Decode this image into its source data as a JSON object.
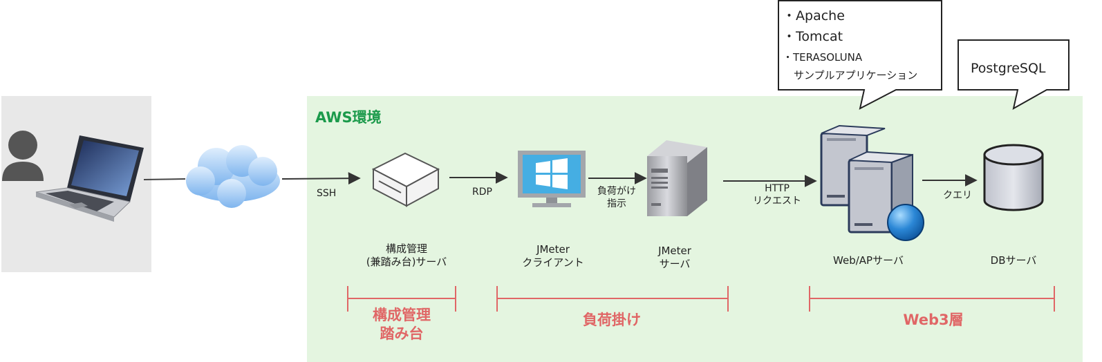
{
  "aws_label": "AWS環境",
  "edges": {
    "ssh": "SSH",
    "rdp": "RDP",
    "load_instruction": [
      "負荷がけ",
      "指示"
    ],
    "http_request": [
      "HTTP",
      "リクエスト"
    ],
    "query": "クエリ"
  },
  "nodes": {
    "bastion": [
      "構成管理",
      "(兼踏み台)サーバ"
    ],
    "jmeter_client": [
      "JMeter",
      "クライアント"
    ],
    "jmeter_server": [
      "JMeter",
      "サーバ"
    ],
    "web_ap": "Web/APサーバ",
    "db": "DBサーバ"
  },
  "sections": {
    "config": [
      "構成管理",
      "踏み台"
    ],
    "load": "負荷掛け",
    "web3": "Web3層"
  },
  "callouts": {
    "web_items": [
      "Apache",
      "Tomcat",
      "TERASOLUNA"
    ],
    "web_items_sub": "サンプルアプリケーション",
    "db_item": "PostgreSQL"
  },
  "colors": {
    "aws_bg": "#e4f5e0",
    "aws_label": "#1b9a4b",
    "section": "#e06666",
    "client_bg": "#e8e8e8"
  }
}
